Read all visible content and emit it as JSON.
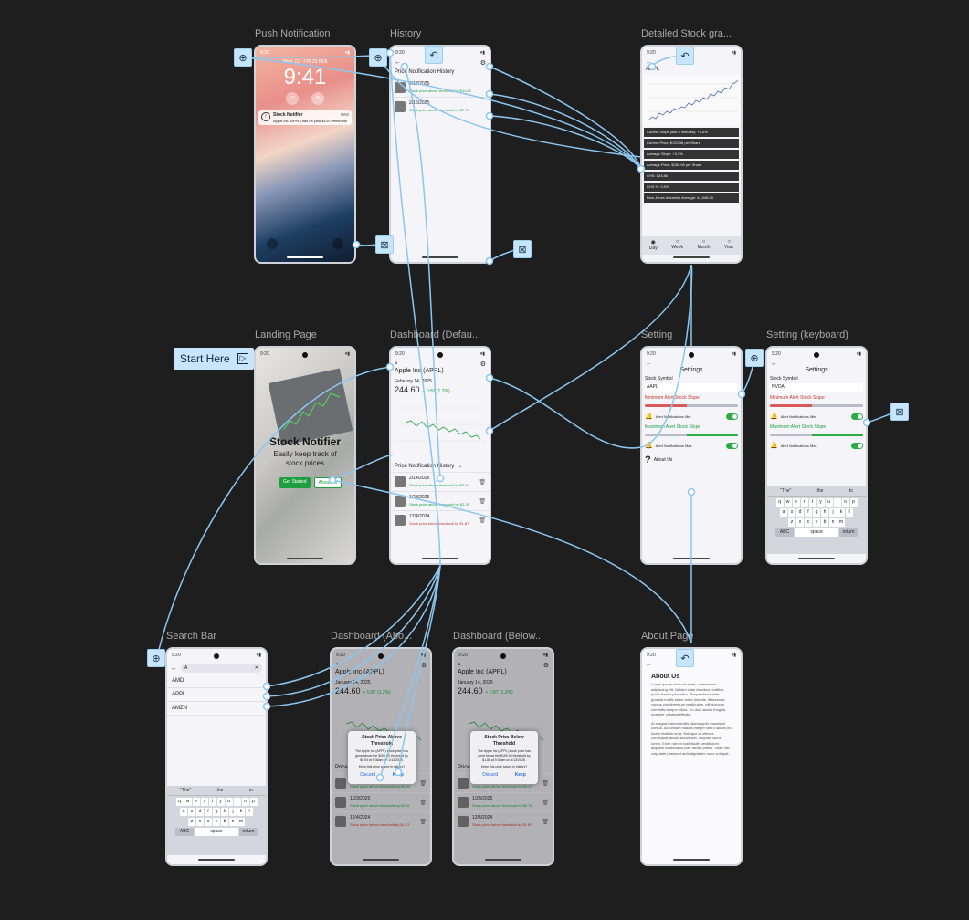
{
  "frames": {
    "push": "Push Notification",
    "history": "History",
    "detailed": "Detailed Stock gra...",
    "landing": "Landing Page",
    "dashboard_default": "Dashboard (Defau...",
    "setting": "Setting",
    "setting_keyboard": "Setting (keyboard)",
    "search": "Search Bar",
    "dash_above": "Dashboard (Abo...",
    "dash_below": "Dashboard (Below...",
    "about": "About Page"
  },
  "start_here": "Start Here",
  "status": {
    "time": "9:20"
  },
  "push": {
    "date": "Wed, 22 · FRI 23 FEB",
    "clock": "9:41",
    "weather_1": "67",
    "weather_2": "65",
    "notif_title": "Stock Notifier",
    "notif_time": "now",
    "notif_body": "Apple Inc (APPL) has hit your $120 threshold!"
  },
  "history": {
    "title": "Price Notification History",
    "items": [
      {
        "date": "2/17/2025",
        "text": "Stock price above threshold by $11.24"
      },
      {
        "date": "2/16/2025",
        "text": "Stock price above threshold by $7.76"
      }
    ]
  },
  "detailed": {
    "ticker": "AAPL",
    "stats": [
      "Current Slope (last 5 minutes): +4.5%",
      "Current Price: $120.38 per Share",
      "Average Slope: +3.2%",
      "Average Price: $258.06 per Share",
      "CHS: 124.88",
      "CHS %: 0.5%",
      "Dow Jones Industrial Average: 44,546.08"
    ],
    "ranges": [
      "Day",
      "Week",
      "Month",
      "Year"
    ]
  },
  "landing": {
    "title": "Stock Notifier",
    "subtitle": "Easily keep track of stock prices",
    "get_started": "Get Started",
    "about": "About Us"
  },
  "dashboard": {
    "company": "Apple Inc (APPL)",
    "date": "February 14, 2025",
    "price": "244.60",
    "change": "+ 0.87 (1.2%)",
    "history_title": "Price Notification History",
    "items": [
      {
        "date": "2/14/2025",
        "text": "Stock price above threshold by $5.94",
        "color": "green"
      },
      {
        "date": "1/23/2025",
        "text": "Stock price above threshold by $2.31",
        "color": "green"
      },
      {
        "date": "12/4/2024",
        "text": "Stock price below threshold by $1.87",
        "color": "red"
      }
    ]
  },
  "setting": {
    "title": "Settings",
    "symbol_label": "Stock Symbol",
    "symbol_value": "AAPL",
    "min_label": "Minimum Alert Stock Slope",
    "max_label": "Maximum Alert Stock Slope",
    "alert_min": "Alert Notifications Min",
    "alert_max": "Alert Notifications Max",
    "about": "About Us"
  },
  "setting_keyboard": {
    "symbol_value": "NVDA",
    "suggestions": [
      "\"The\"",
      "the",
      "to"
    ]
  },
  "search": {
    "query": "A",
    "results": [
      "AMD",
      "APPL",
      "AMZN"
    ],
    "suggestions": [
      "\"The\"",
      "the",
      "to"
    ]
  },
  "keyboard": {
    "row1": [
      "q",
      "w",
      "e",
      "r",
      "t",
      "y",
      "u",
      "i",
      "o",
      "p"
    ],
    "row2": [
      "a",
      "s",
      "d",
      "f",
      "g",
      "h",
      "j",
      "k",
      "l"
    ],
    "row3": [
      "z",
      "x",
      "c",
      "v",
      "b",
      "n",
      "m"
    ],
    "abc": "ABC",
    "space": "space",
    "return": "return"
  },
  "dialog_above": {
    "title": "Stock Price Above Threshold",
    "body": "The Apple Inc (APPL) stock price has gone above the $200.00 threshold by $5.94 at 9:36am on 1/13/2025.",
    "question": "Keep this price saved in history?",
    "discard": "Discard",
    "keep": "Keep"
  },
  "dialog_below": {
    "title": "Stock Price Below Threshold",
    "body": "The Apple Inc (APPL) stock price has gone below the $150.00 threshold by $1.88 at 9:35am on 1/13/2025.",
    "question": "Keep this price saved in history?",
    "discard": "Discard",
    "keep": "Keep"
  },
  "dash_above": {
    "date": "January 14, 2025"
  },
  "dash_below": {
    "date": "January 14, 2025"
  },
  "about": {
    "title": "About Us",
    "p1": "Lorem ipsum dolor sit amet, consectetur adipiscing elit. Nullam vitae faucibus porttitor, porta diam a phasellus. Suspendisse ante gravida mollis etiam tortor lobortis. Maecenas cursus condimentum vestibulum, elit rhoncus convallis tempor tellus. Eu duis iaculis fringilla posuere volutpat efficitur.",
    "p2": "At magna rutrum mollis ullamcorper mauris at cursus. Accumsan mauris integer libero iaculis eu lorem facilisis urna. Natoque in ultrices consequat facilisi accumsan. Aliquam lacus lorem. Enim rutrum sollicitudin vestibulum aliquam malesuada cras facilisi primis. Vitae nisl vulputate praesent ante dignissim nunc volutpat."
  },
  "colors": {
    "canvas": "#1e1e1e",
    "wire": "#8cc6f0",
    "badge": "#c7e6fb",
    "green": "#1e9e3e",
    "red": "#c0392b"
  }
}
